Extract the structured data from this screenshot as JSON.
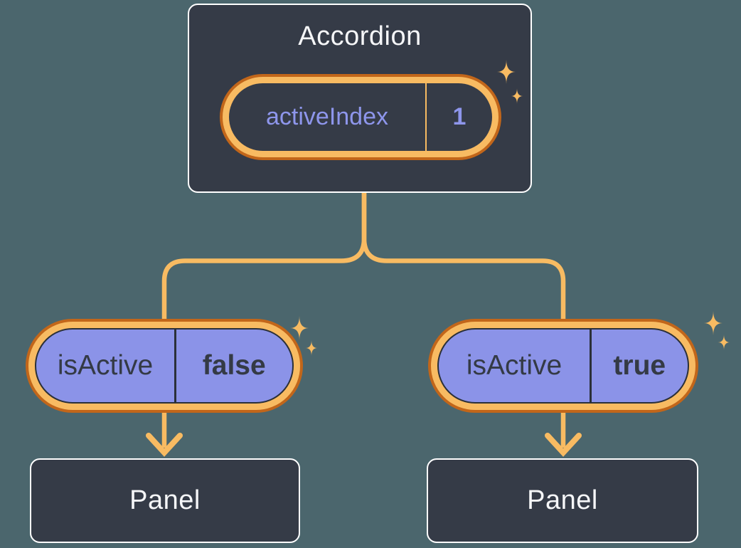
{
  "colors": {
    "background": "#4B666D",
    "box_fill": "#353B47",
    "box_border": "#FFFFFF",
    "box_text": "#F5F6F8",
    "pill_ring_outer": "#C2661A",
    "pill_ring_inner": "#F8BB62",
    "pill_purple_fill": "#8B93E8",
    "pill_purple_outline": "#2B3039",
    "state_text_purple": "#8E96EC",
    "prop_text_dark": "#343A45",
    "connector": "#F8BB62",
    "sparkle": "#F8BB62"
  },
  "accordion": {
    "title": "Accordion",
    "state": {
      "name": "activeIndex",
      "value": "1"
    }
  },
  "children": [
    {
      "prop_name": "isActive",
      "prop_value": "false",
      "panel_label": "Panel"
    },
    {
      "prop_name": "isActive",
      "prop_value": "true",
      "panel_label": "Panel"
    }
  ]
}
